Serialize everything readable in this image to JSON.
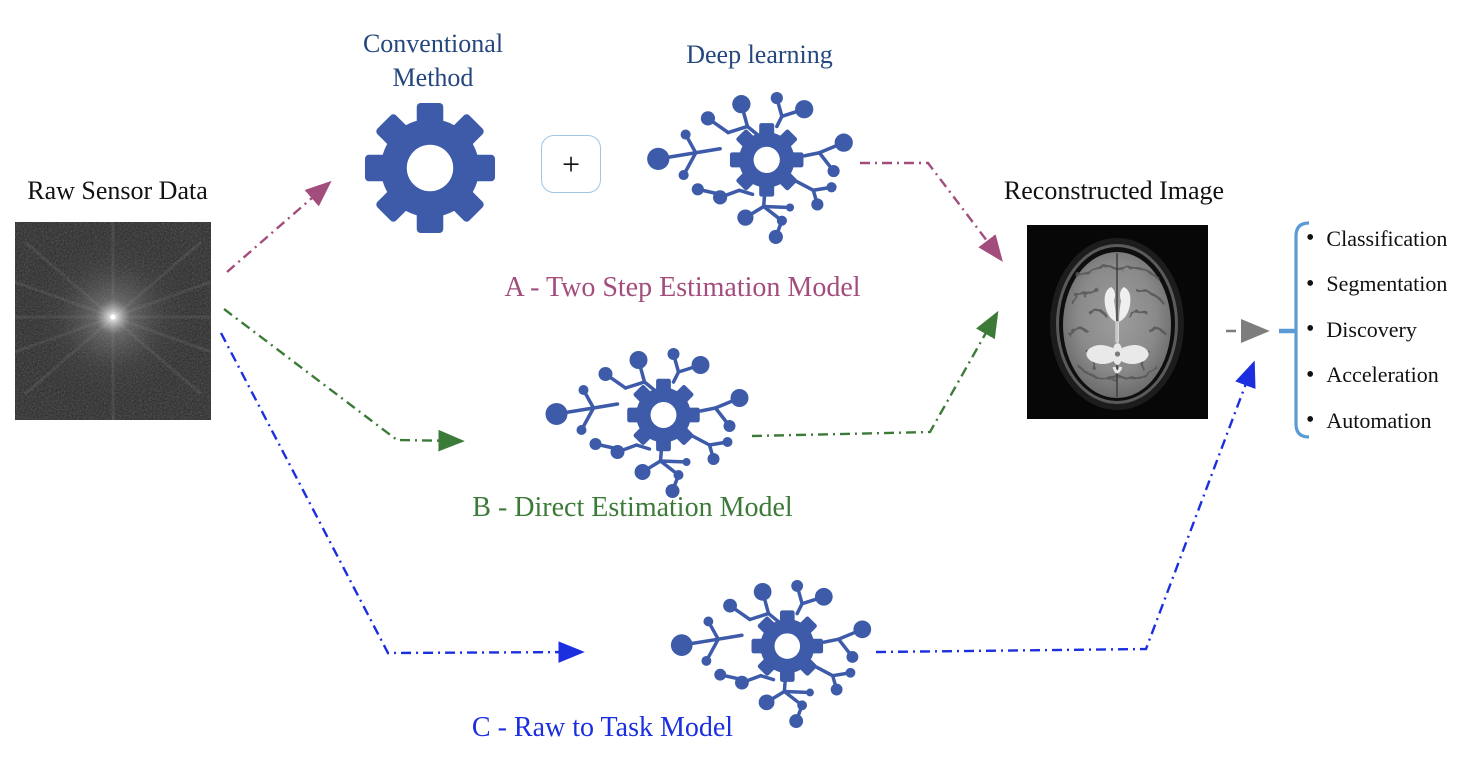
{
  "figure": {
    "raw_sensor_label": "Raw Sensor Data",
    "conventional_label": "Conventional Method",
    "plus_sign": "+",
    "deep_learning_label": "Deep learning",
    "reconstructed_label": "Reconstructed Image",
    "model_a_label": "A - Two Step Estimation Model",
    "model_b_label": "B - Direct Estimation Model",
    "model_c_label": "C - Raw to Task Model"
  },
  "tasks": [
    "Classification",
    "Segmentation",
    "Discovery",
    "Acceleration",
    "Automation"
  ],
  "task_bullet": "•",
  "colors": {
    "icon_blue": "#3d5ba9",
    "node_label_navy": "#26477e",
    "model_a_purple": "#a34d7d",
    "model_b_green": "#3c7a38",
    "model_c_blue": "#1b2ee0",
    "gray_arrow": "#7d7d7d",
    "bracket_blue": "#5b9bd5",
    "plus_box_border": "#9ec6e8"
  }
}
